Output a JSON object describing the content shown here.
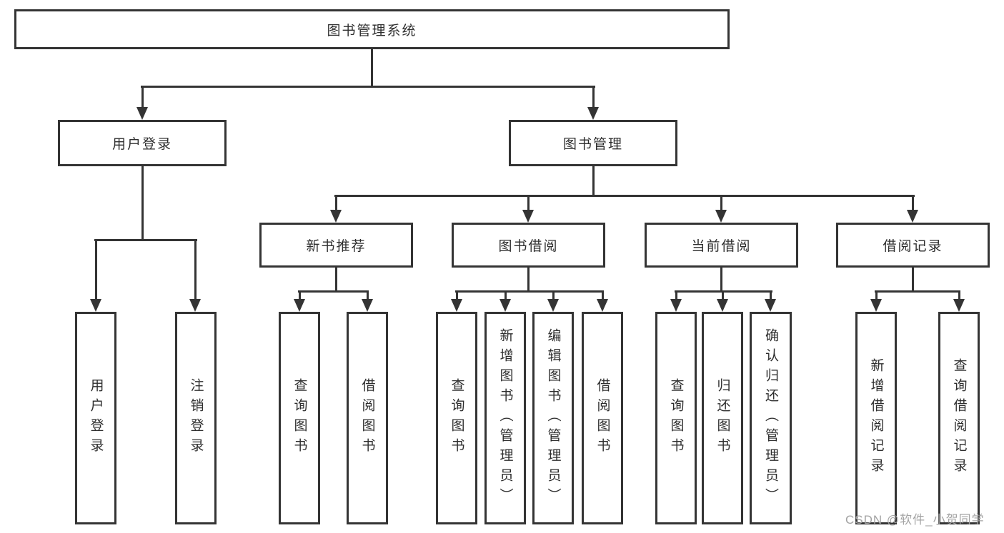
{
  "diagram": {
    "root": {
      "label": "图书管理系统"
    },
    "branches": [
      {
        "label": "用户登录",
        "children": [
          {
            "label": "用户登录"
          },
          {
            "label": "注销登录"
          }
        ]
      },
      {
        "label": "图书管理",
        "children": [
          {
            "label": "新书推荐",
            "children": [
              {
                "label": "查询图书"
              },
              {
                "label": "借阅图书"
              }
            ]
          },
          {
            "label": "图书借阅",
            "children": [
              {
                "label": "查询图书"
              },
              {
                "label": "新增图书（管理员）"
              },
              {
                "label": "编辑图书（管理员）"
              },
              {
                "label": "借阅图书"
              }
            ]
          },
          {
            "label": "当前借阅",
            "children": [
              {
                "label": "查询图书"
              },
              {
                "label": "归还图书"
              },
              {
                "label": "确认归还（管理员）"
              }
            ]
          },
          {
            "label": "借阅记录",
            "children": [
              {
                "label": "新增借阅记录"
              },
              {
                "label": "查询借阅记录"
              }
            ]
          }
        ]
      }
    ]
  },
  "watermark": {
    "text": "CSDN @软件_小贺同学"
  },
  "colors": {
    "line": "#343434",
    "text": "#2e2e2e",
    "background": "#ffffff",
    "watermark": "#a3a3a3"
  }
}
